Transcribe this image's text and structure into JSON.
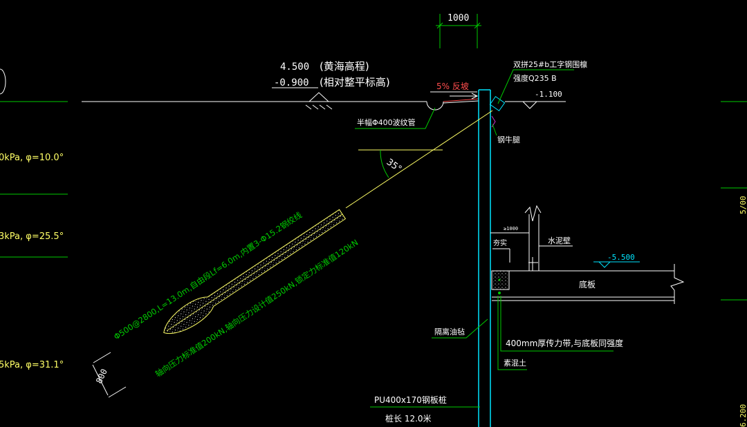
{
  "drawing": {
    "top_dimension": "1000",
    "elevation_abs": "4.500",
    "elevation_abs_note": "(黄海高程)",
    "elevation_rel": "-0.900",
    "elevation_rel_note": "(相对整平标高)",
    "slope_label": "5% 反坡",
    "waler_label": "双拼25#b工字钢围檩",
    "waler_material": "强度Q235 B",
    "waler_elevation": "-1.100",
    "drain_pipe_label": "半幅Φ400波纹管",
    "bracket_label": "钢牛腿",
    "anchor_angle": "35°",
    "anchor_spec": "Φ500@2800,L=13.0m,自由段Lf=6.0m,内置3-Φ15.2钢绞线",
    "anchor_forces": "轴向压力标准值200kN,轴向压力设计值250kN,锁定力标准值120kN",
    "anchor_diameter": "800",
    "gap_dim": "≥1000",
    "backfill_top": "夯实",
    "waterstop_wall": "水泥壁",
    "slab_elevation": "-5.500",
    "base_slab": "底板",
    "oil_felt": "隔离油毡",
    "strip_label": "400mm厚传力带,与底板同强度",
    "plain_concrete": "素混土",
    "sheet_pile": "PU400x170钢板桩",
    "pile_length": "桩长 12.0米",
    "right_edge_top": "5/00",
    "right_edge_bottom": "6.200",
    "soil_layers": [
      {
        "text": "0kPa, φ=10.0°"
      },
      {
        "text": "3kPa, φ=25.5°"
      },
      {
        "text": "5kPa, φ=31.1°"
      }
    ]
  },
  "colors": {
    "background": "#000000",
    "white": "#ffffff",
    "green": "#00cc00",
    "yellow": "#ffff66",
    "cyan": "#00e5ff",
    "red": "#ff4d4d",
    "magenta": "#cc33cc"
  }
}
